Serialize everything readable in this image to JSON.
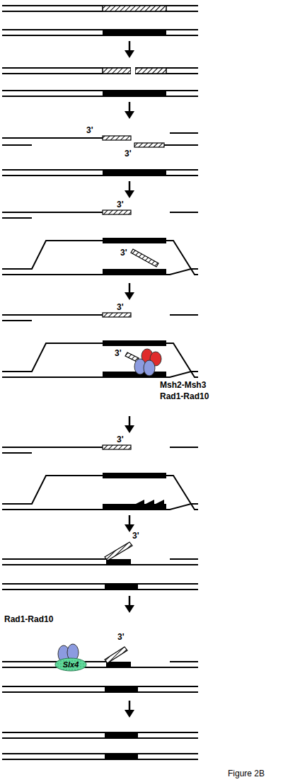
{
  "diagram": {
    "nodes": [
      {
        "text": [
          "Slx4"
        ]
      }
    ],
    "labels": [
      "3'",
      "3'",
      "3'",
      "3'",
      "3'",
      "3'",
      "Msh2-Msh3",
      "Rad1-Rad10",
      "3'",
      "3'",
      "Rad1-Rad10",
      "3'",
      "Figure 2B"
    ]
  }
}
